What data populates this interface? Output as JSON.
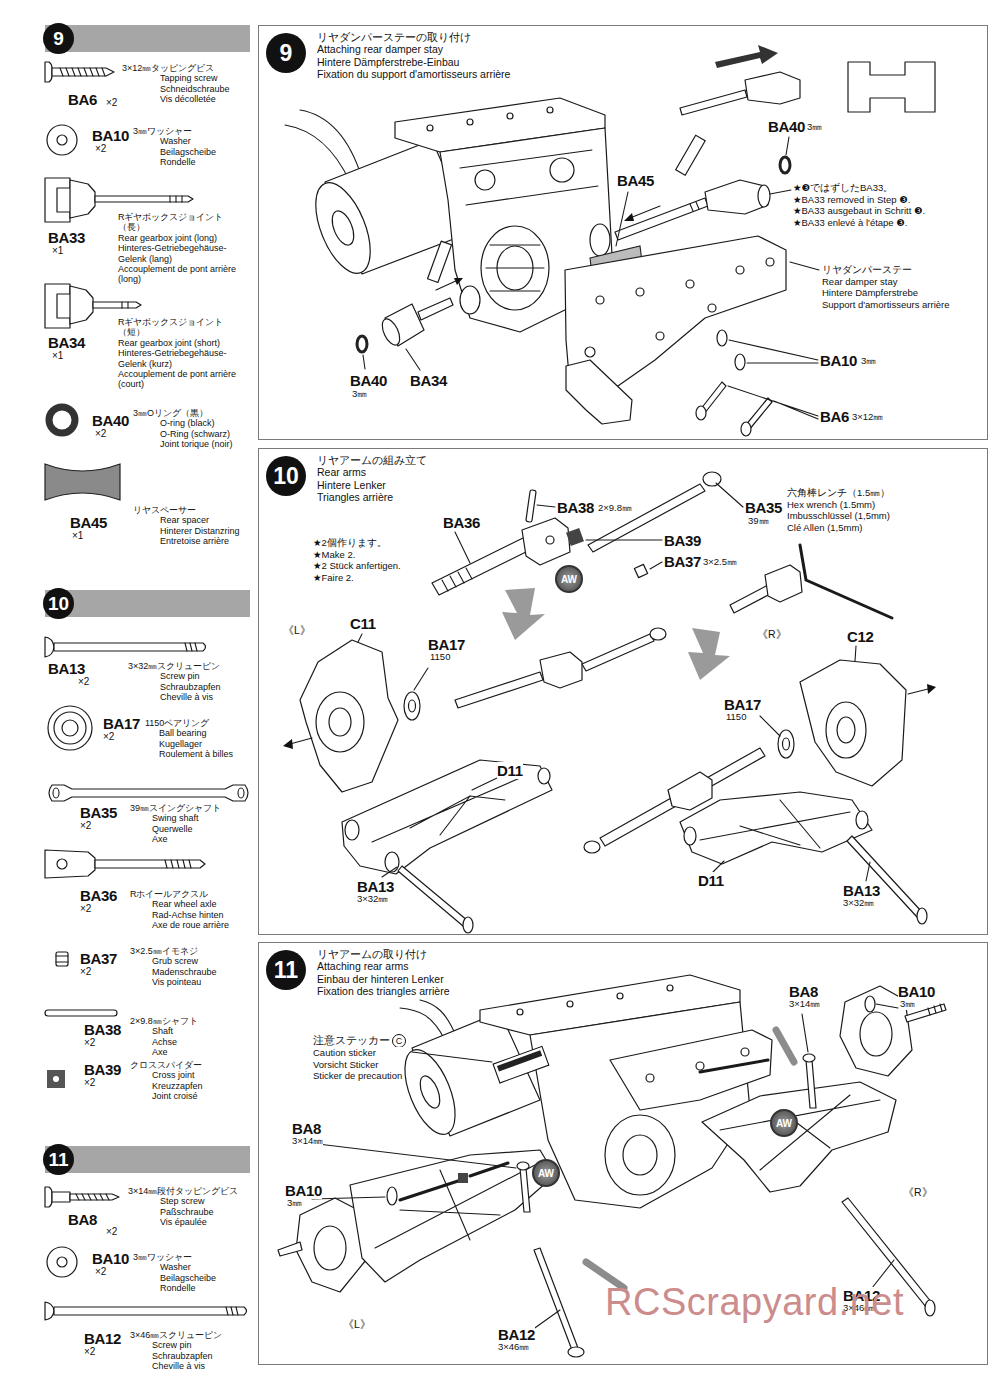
{
  "diagram": {
    "nodes": [
      {
        "text": [
          "9"
        ]
      },
      {
        "text": [
          "10"
        ]
      },
      {
        "text": [
          "11"
        ]
      },
      {
        "text": [
          "リヤダンパーステーの取り付け",
          "Attaching rear damper stay",
          "Hintere Dämpferstrebe-Einbau",
          "Fixation du support d'amortisseurs arrière"
        ]
      },
      {
        "text": [
          "9"
        ],
        "in": 3
      },
      {
        "text": [
          "リヤアームの組み立て",
          "Rear arms",
          "Hintere Lenker",
          "Triangles arrière"
        ]
      },
      {
        "text": [
          "10"
        ],
        "in": 5
      },
      {
        "text": [
          "AW"
        ],
        "in": 5
      },
      {
        "text": [
          "リヤアームの取り付け",
          "Attaching rear arms",
          "Einbau der hinteren Lenker",
          "Fixation des triangles arrière"
        ]
      },
      {
        "text": [
          "11"
        ],
        "in": 8
      },
      {
        "text": [
          "AW"
        ],
        "in": 8
      },
      {
        "text": [
          "AW"
        ],
        "in": 8
      }
    ],
    "labels": [
      "BA6",
      "×2",
      "3×12㎜タッピングビス",
      "Tapping screw",
      "Schneidschraube",
      "Vis décolletée",
      "BA10",
      "×2",
      "3㎜ワッシャー",
      "Washer",
      "Beilagscheibe",
      "Rondelle",
      "BA33",
      "×1",
      "Rギヤボックスジョイント（長）",
      "Rear gearbox joint (long)",
      "Hinteres-Getriebegehäuse- Gelenk (lang)",
      "Accouplement de pont arrière (long)",
      "BA34",
      "×1",
      "Rギヤボックスジョイント（短）",
      "Rear gearbox joint (short)",
      "Hinteres-Getriebegehäuse- Gelenk (kurz)",
      "Accouplement de pont arrière (court)",
      "BA40",
      "×2",
      "3㎜Oリング（黒）",
      "O-ring (black)",
      "O-Ring (schwarz)",
      "Joint torique (noir)",
      "BA45",
      "×1",
      "リヤスペーサー",
      "Rear spacer",
      "Hinterer Distanzring",
      "Entretoise arrière",
      "BA13",
      "×2",
      "3×32㎜スクリューピン",
      "Screw pin",
      "Schraubzapfen",
      "Cheville à vis",
      "BA17",
      "×2",
      "1150ベアリング",
      "Ball bearing",
      "Kugellager",
      "Roulement à billes",
      "BA35",
      "×2",
      "39㎜スイングシャフト",
      "Swing shaft",
      "Querwelle",
      "Axe",
      "BA36",
      "×2",
      "Rホイールアクスル",
      "Rear wheel axle",
      "Rad-Achse hinten",
      "Axe de roue arrière",
      "BA37",
      "×2",
      "3×2.5㎜イモネジ",
      "Grub screw",
      "Madenschraube",
      "Vis pointeau",
      "BA38",
      "×2",
      "2×9.8㎜シャフト",
      "Shaft",
      "Achse",
      "Axe",
      "BA39",
      "×2",
      "クロススパイダー",
      "Cross joint",
      "Kreuzzapfen",
      "Joint croisé",
      "BA8",
      "×2",
      "3×14㎜段付タッピングビス",
      "Step screw",
      "Paßschraube",
      "Vis épaulée",
      "BA10",
      "×2",
      "3㎜ワッシャー",
      "Washer",
      "Beilagscheibe",
      "Rondelle",
      "BA12",
      "×2",
      "3×46㎜スクリューピン",
      "Screw pin",
      "Schraubzapfen",
      "Cheville à vis",
      "BA40",
      "3㎜",
      "BA45",
      "★❸ではずしたBA33。",
      "★BA33 removed in Step ❸.",
      "★BA33 ausgebaut in Schritt ❸.",
      "★BA33 enlevé à l'étape ❸.",
      "リヤダンパーステー",
      "Rear damper stay",
      "Hintere Dämpferstrebe",
      "Support d'amortisseurs arrière",
      "BA10",
      "3㎜",
      "BA6",
      "3×12㎜",
      "BA40",
      "3㎜",
      "BA34",
      "★2個作ります。",
      "★Make 2.",
      "★2 Stück anfertigen.",
      "★Faire 2.",
      "BA38",
      "2×9.8㎜",
      "BA35",
      "39㎜",
      "BA36",
      "BA39",
      "BA37",
      "3×2.5㎜",
      "六角棒レンチ（1.5㎜）",
      "Hex wrench (1.5mm)",
      "Imbusschlüssel (1,5mm)",
      "Clé Allen (1,5mm)",
      "《L》",
      "C11",
      "BA17",
      "1150",
      "D11",
      "BA13",
      "3×32㎜",
      "《R》",
      "C12",
      "BA17",
      "1150",
      "D11",
      "BA13",
      "3×32㎜",
      "注意ステッカー",
      "C",
      "Caution sticker",
      "Vorsicht Sticker",
      "Sticker de precaution",
      "BA8",
      "3×14㎜",
      "BA10",
      "3㎜",
      "BA8",
      "3×14㎜",
      "BA10",
      "3㎜",
      "《R》",
      "BA12",
      "3×46㎜",
      "《L》",
      "BA12",
      "3×46㎜",
      "RCScrapyard.net"
    ]
  }
}
